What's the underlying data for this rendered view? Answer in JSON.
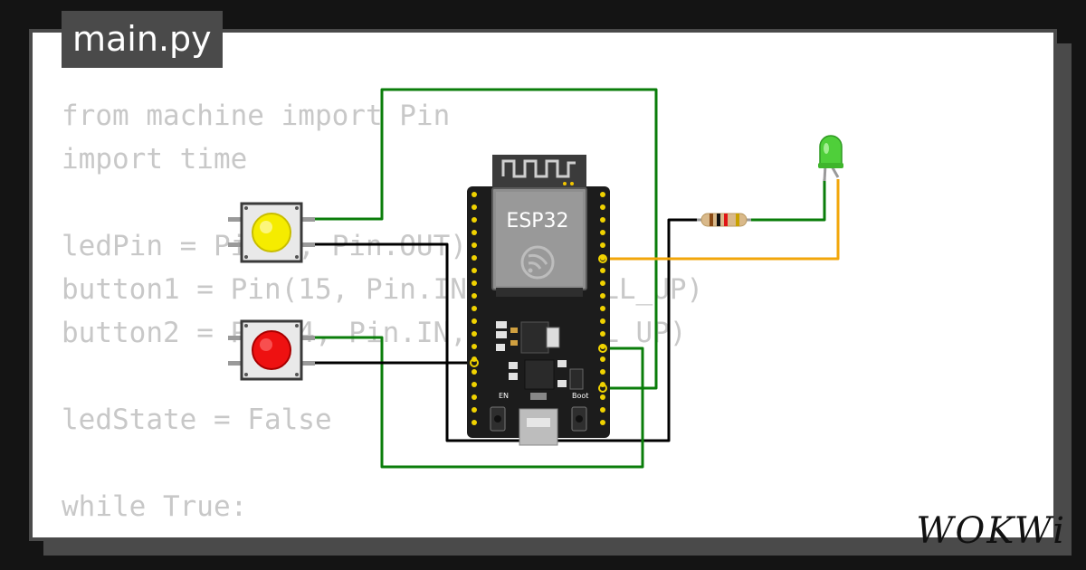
{
  "file_tab": {
    "label": "main.py"
  },
  "code_lines": [
    "from machine import Pin",
    "import time",
    "",
    "ledPin = Pin(2, Pin.OUT)",
    "button1 = Pin(15, Pin.IN, Pin.PULL_UP)",
    "button2 = Pin(4, Pin.IN, Pin.PULL_UP)",
    "",
    "ledState = False",
    "",
    "while True:"
  ],
  "board": {
    "chip_label": "ESP32",
    "en_label": "EN",
    "boot_label": "Boot"
  },
  "brand": {
    "logo_text": "WOKWi"
  },
  "colors": {
    "wire_green": "#0a7d0a",
    "wire_black": "#000000",
    "wire_orange": "#f2a60a",
    "button_yellow": "#f5ec00",
    "button_red": "#ee1111",
    "led_green": "#4fcf3a"
  }
}
